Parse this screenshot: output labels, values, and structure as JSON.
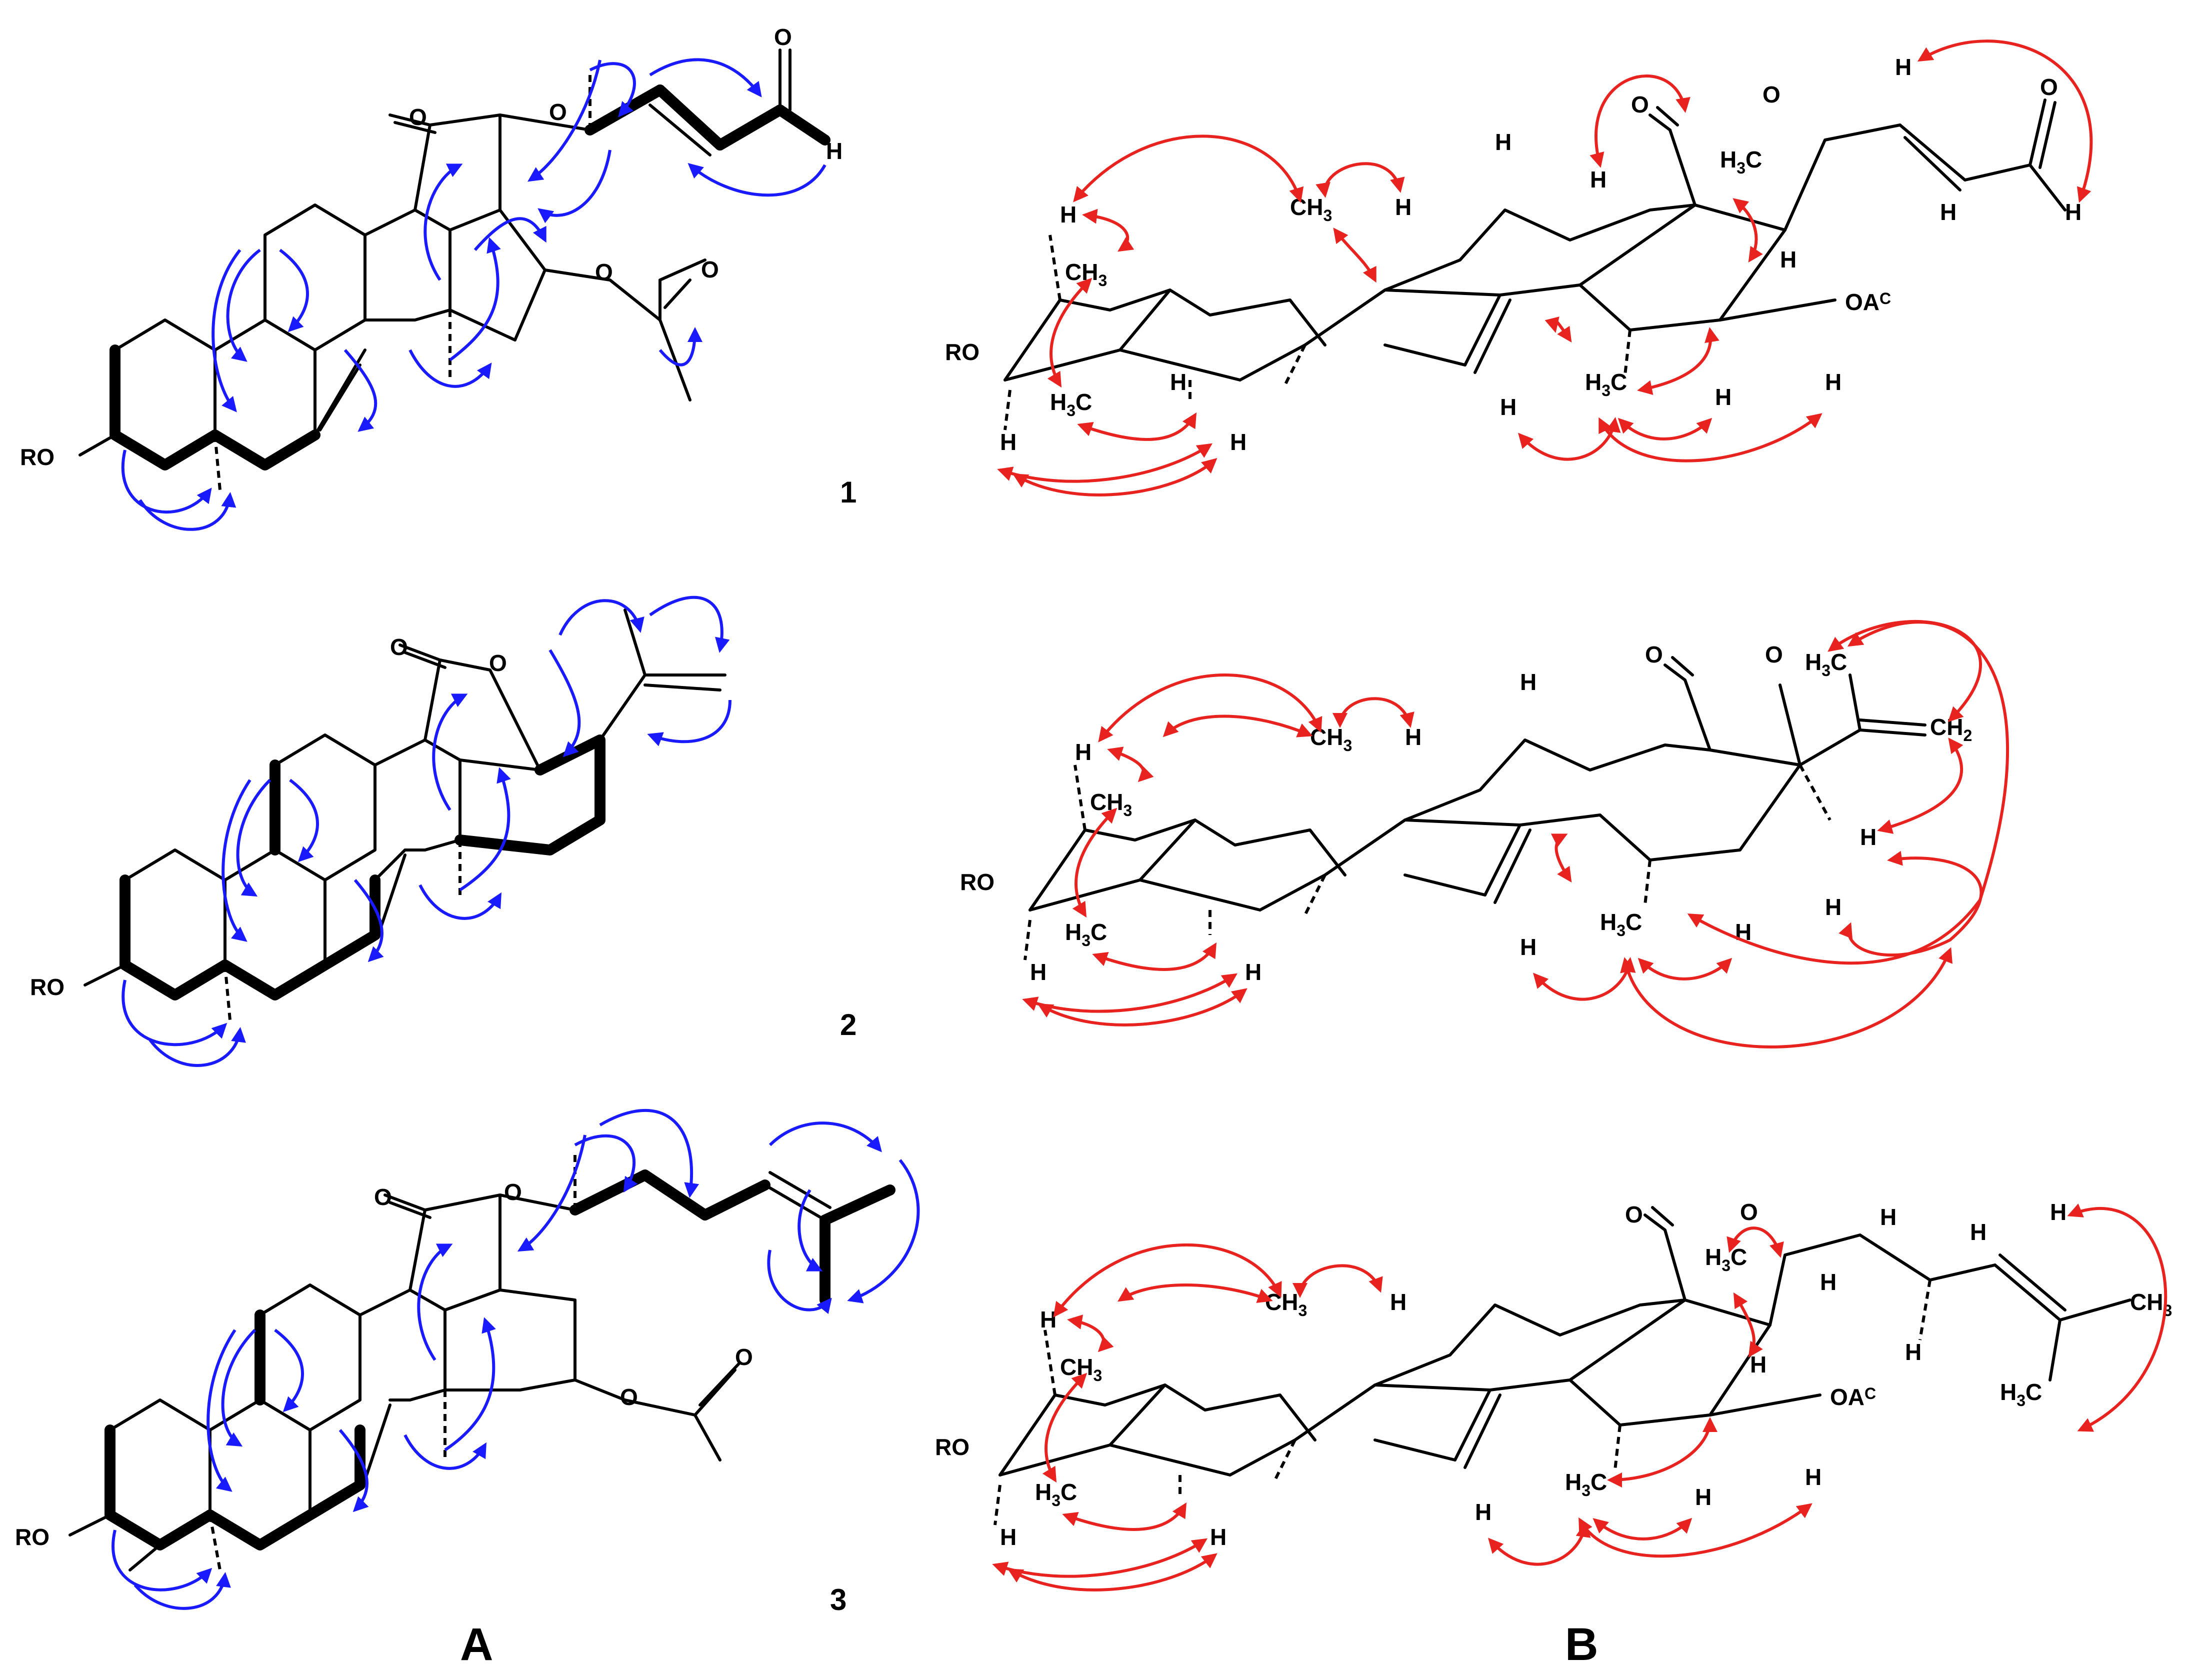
{
  "colors": {
    "hmbc": "#1a1aff",
    "roesy": "#e8231f",
    "bond": "#000000"
  },
  "panels": {
    "left": "A",
    "right": "B"
  },
  "compounds": [
    {
      "label": "1"
    },
    {
      "label": "2"
    },
    {
      "label": "3"
    }
  ],
  "atoms": {
    "ro": "RO",
    "o": "O",
    "h": "H",
    "oac_main": "OA",
    "oac_sub": "C",
    "ch": "CH",
    "three": "3",
    "two": "2",
    "c": "C"
  }
}
